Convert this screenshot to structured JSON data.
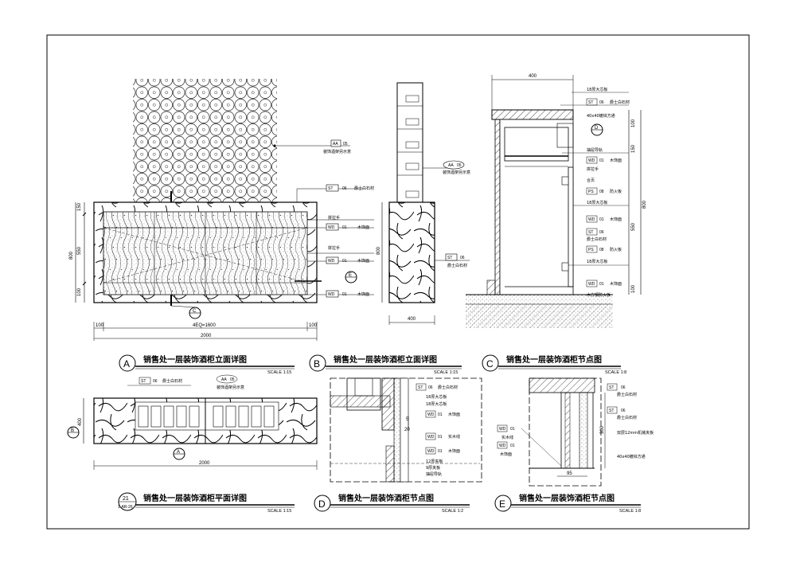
{
  "views": {
    "A": {
      "letter": "A",
      "title": "销售处一层装饰酒柜立面详图",
      "scale": "SCALE 1:15"
    },
    "B": {
      "letter": "B",
      "title": "销售处一层装饰酒柜立面详图",
      "scale": "SCALE 1:15"
    },
    "C": {
      "letter": "C",
      "title": "销售处一层装饰酒柜节点图",
      "scale": "SCALE 1:8"
    },
    "plan": {
      "letter": "21",
      "sub": "1-AR-26",
      "title": "销售处一层装饰酒柜平面详图",
      "scale": "SCALE 1:15"
    },
    "D": {
      "letter": "D",
      "title": "销售处一层装饰酒柜节点图",
      "scale": "SCALE 1:2"
    },
    "E": {
      "letter": "E",
      "title": "销售处一层装饰酒柜节点图",
      "scale": "SCALE 1:8"
    }
  },
  "tags": {
    "aa05": {
      "code": "AA",
      "num": "05"
    },
    "st06": {
      "code": "ST",
      "num": "06"
    },
    "wd01": {
      "code": "WD",
      "num": "01"
    },
    "ps08": {
      "code": "PS",
      "num": "08"
    }
  },
  "labels": {
    "rack": "装饰酒架另示意",
    "stone": "爵士白石材",
    "pull": "拼拉手",
    "wood": "木饰面",
    "big18": "18厚大芯板",
    "wood40": "40x40镀锌方通",
    "drawer_rail": "抽屉导轨",
    "hinge": "合页",
    "fireboard": "防火板",
    "baseboard": "木方钢防火板",
    "solid": "实木线",
    "sandwich": "9厚夹板",
    "sandwich12": "12厚夹板",
    "double_layer": "双层12mm机械夹板",
    "wood_face": "木饰面"
  },
  "dims": {
    "a_top": "150",
    "a_mid": "550",
    "a_bot": "100",
    "a_total_h": "800",
    "a_left": "100",
    "a_right": "100",
    "a_eq": "4EQ=1600",
    "a_total": "2000",
    "b_w": "400",
    "b_h": "800",
    "c_w": "400",
    "c_top": "100",
    "c_150": "150",
    "c_550": "550",
    "c_100": "100",
    "c_800": "800",
    "plan_w": "2000",
    "plan_h": "400",
    "e_300": "300",
    "e_95": "95"
  },
  "sections": {
    "c": "C",
    "e": "E",
    "b": "B",
    "a": "A"
  }
}
